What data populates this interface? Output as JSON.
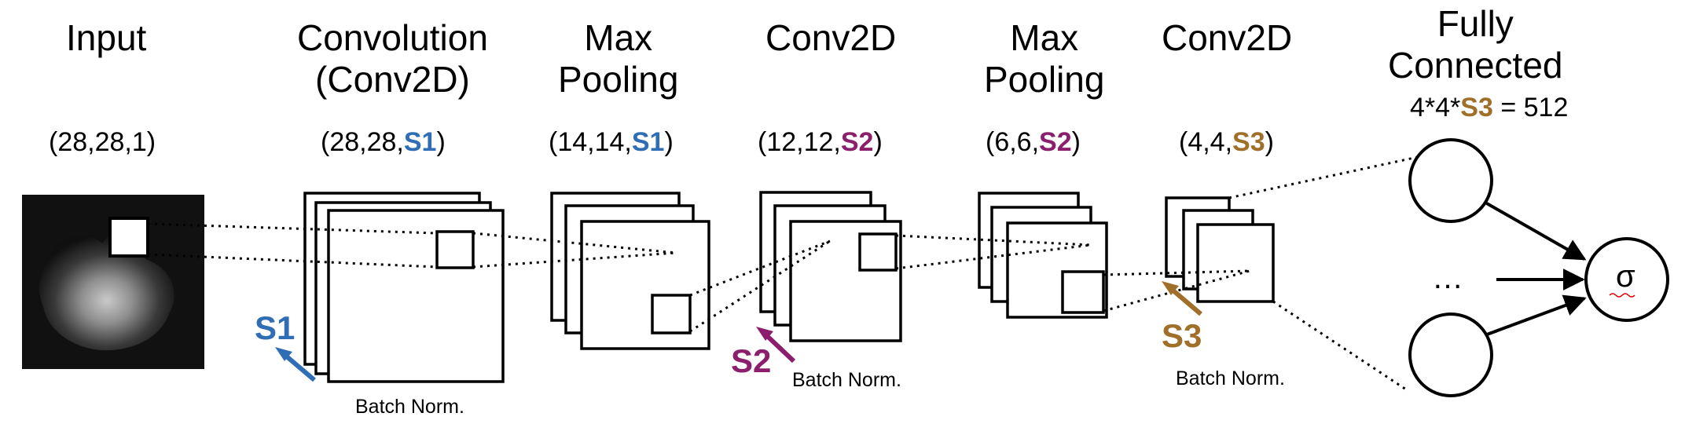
{
  "stages": [
    {
      "title_lines": [
        "Input"
      ],
      "dims": {
        "prefix": "(28,28,1)",
        "var": "",
        "suffix": "",
        "var_class": ""
      }
    },
    {
      "title_lines": [
        "Convolution",
        "(Conv2D)"
      ],
      "dims": {
        "prefix": "(28,28,",
        "var": "S1",
        "suffix": ")",
        "var_class": "s1"
      }
    },
    {
      "title_lines": [
        "Max",
        "Pooling"
      ],
      "dims": {
        "prefix": "(14,14,",
        "var": "S1",
        "suffix": ")",
        "var_class": "s1"
      }
    },
    {
      "title_lines": [
        "Conv2D"
      ],
      "dims": {
        "prefix": "(12,12,",
        "var": "S2",
        "suffix": ")",
        "var_class": "s2"
      }
    },
    {
      "title_lines": [
        "Max",
        "Pooling"
      ],
      "dims": {
        "prefix": "(6,6,",
        "var": "S2",
        "suffix": ")",
        "var_class": "s2"
      }
    },
    {
      "title_lines": [
        "Conv2D"
      ],
      "dims": {
        "prefix": "(4,4,",
        "var": "S3",
        "suffix": ")",
        "var_class": "s3"
      }
    },
    {
      "title_lines": [
        "Fully",
        "Connected"
      ],
      "dims": {
        "prefix": "4*4*",
        "var": "S3",
        "suffix": " = 512",
        "var_class": "s3"
      }
    }
  ],
  "stride_labels": {
    "s1": "S1",
    "s2": "S2",
    "s3": "S3"
  },
  "batch_norm_label": "Batch Norm.",
  "fc": {
    "ellipsis": "…",
    "output_symbol": "σ"
  },
  "colors": {
    "s1": "#2f6db5",
    "s2": "#8b1f6e",
    "s3": "#a06f2a",
    "stroke": "#000000"
  }
}
